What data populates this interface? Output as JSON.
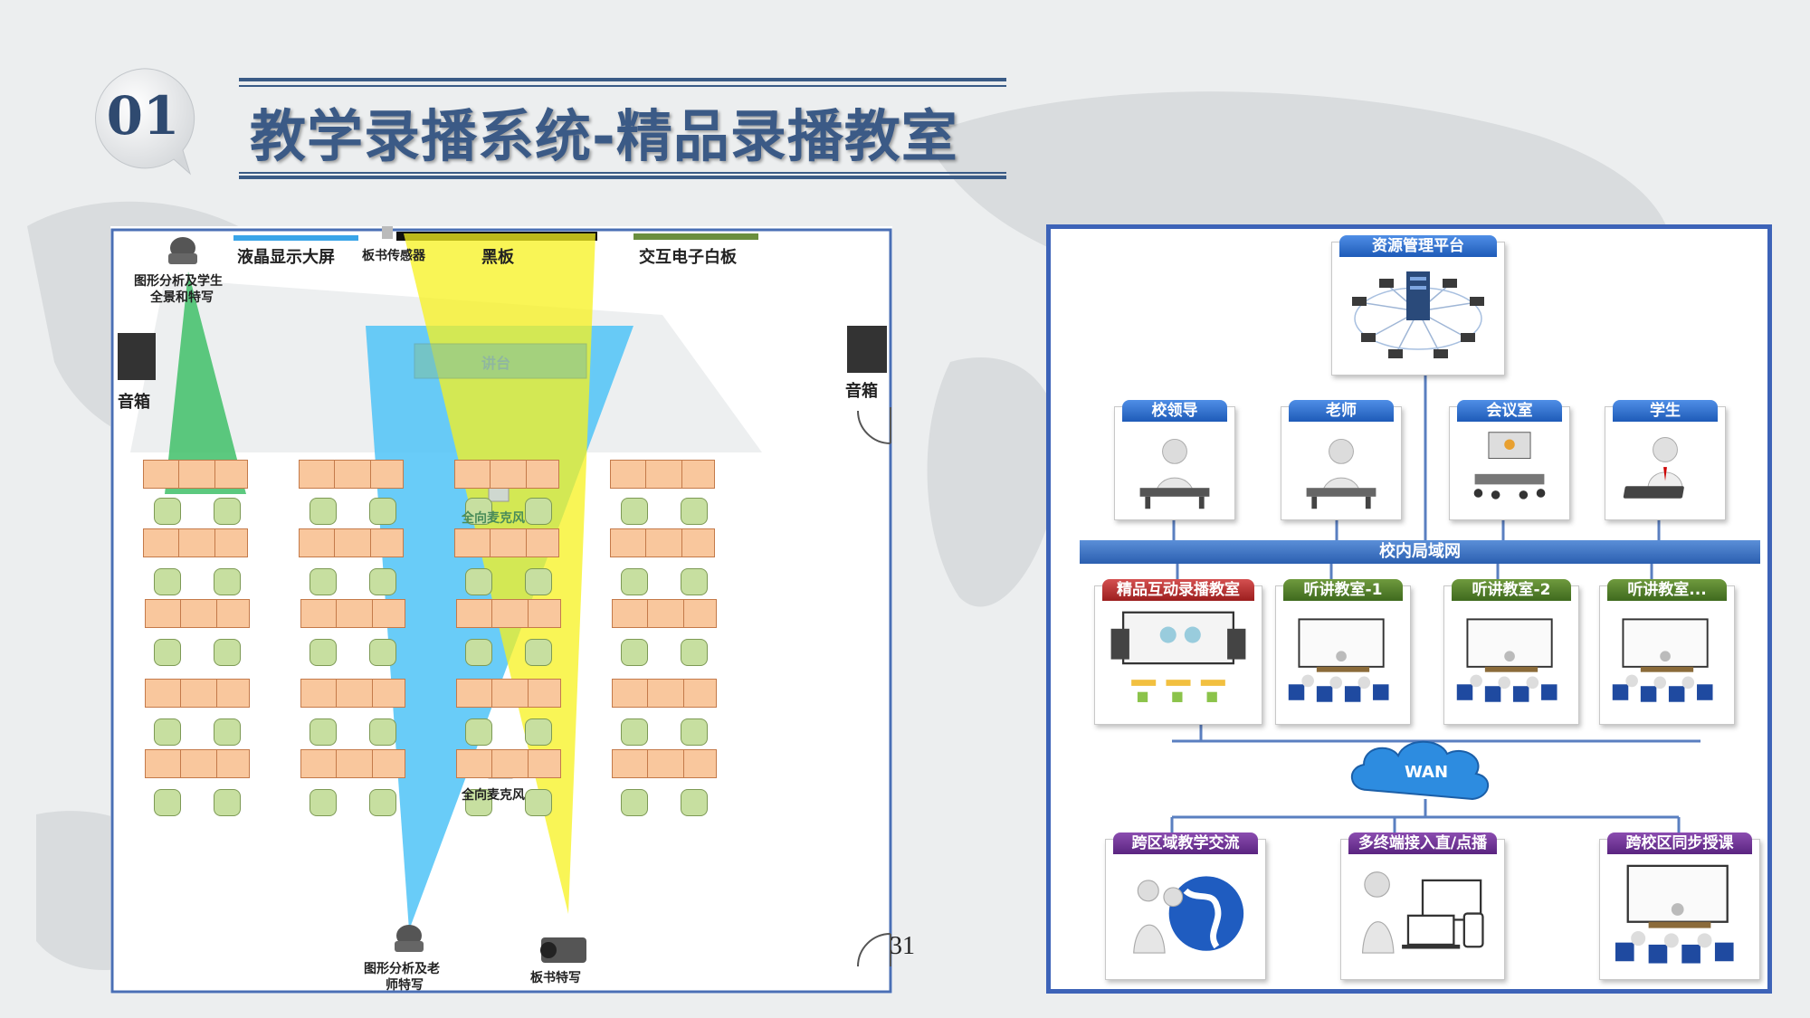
{
  "slide": {
    "section_number": "01",
    "title": "教学录播系统-精品录播教室",
    "page_number": "31"
  },
  "floor_plan": {
    "labels": {
      "lcd": "液晶显示大屏",
      "board_sensor": "板书传感器",
      "blackboard": "黑板",
      "whiteboard": "交互电子白板",
      "camera_top_line1": "图形分析及学生",
      "camera_top_line2": "全景和特写",
      "speaker_left": "音箱",
      "speaker_right": "音箱",
      "podium": "讲台",
      "mic_1": "全向麦克风",
      "mic_2": "全向麦克风",
      "camera_bottom_line1": "图形分析及老",
      "camera_bottom_line2": "师特写",
      "board_camera": "板书特写"
    }
  },
  "network": {
    "top": "资源管理平台",
    "users": [
      "校领导",
      "老师",
      "会议室",
      "学生"
    ],
    "lan": "校内局域网",
    "classrooms": [
      "精品互动录播教室",
      "听讲教室-1",
      "听讲教室-2",
      "听讲教室..."
    ],
    "wan": "WAN",
    "services": [
      "跨区域教学交流",
      "多终端接入直/点播",
      "跨校区同步授课"
    ]
  },
  "colors": {
    "title": "#3b5a86",
    "net_border": "#3d63b8",
    "desk": "#f9c79d",
    "chair": "#c7dfa0",
    "beam_green": "#3fbf68",
    "beam_blue": "#4fc3f7",
    "beam_yellow": "#f7f21e"
  }
}
